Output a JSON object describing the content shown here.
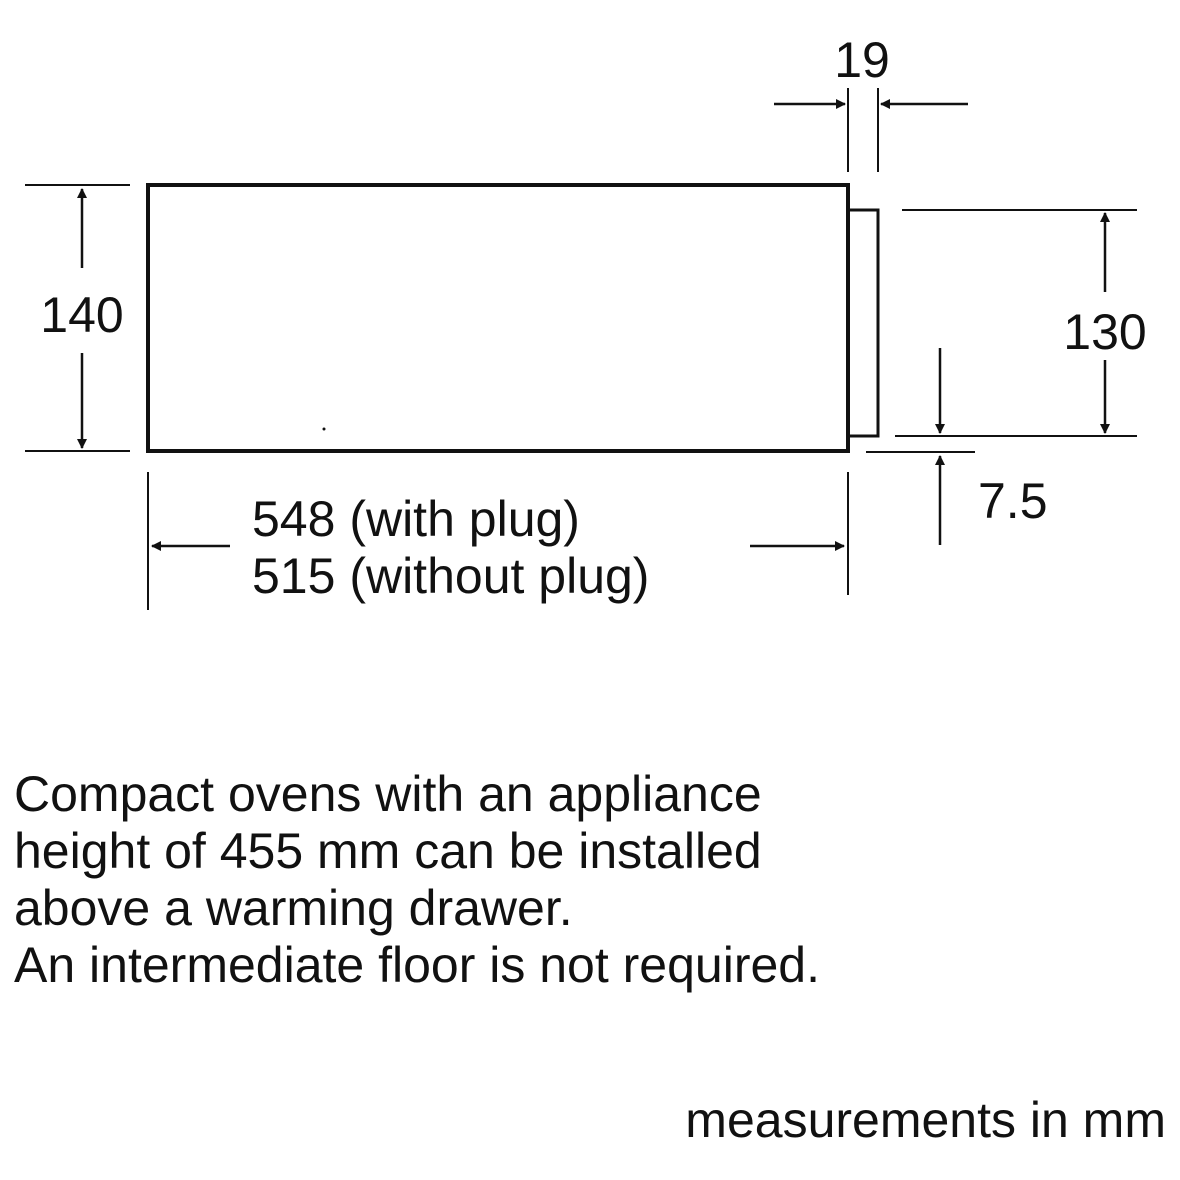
{
  "dimensions": {
    "height_total": "140",
    "plug_depth": "19",
    "front_height": "130",
    "bottom_offset": "7.5",
    "depth_with_plug": "548 (with plug)",
    "depth_without_plug": "515 (without plug)"
  },
  "note": {
    "lines": [
      "Compact ovens with an appliance",
      "height of 455 mm can be installed",
      "above a warming drawer.",
      "An intermediate floor is not required."
    ]
  },
  "units": "measurements in mm",
  "colors": {
    "line": "#111111",
    "background": "#ffffff"
  }
}
